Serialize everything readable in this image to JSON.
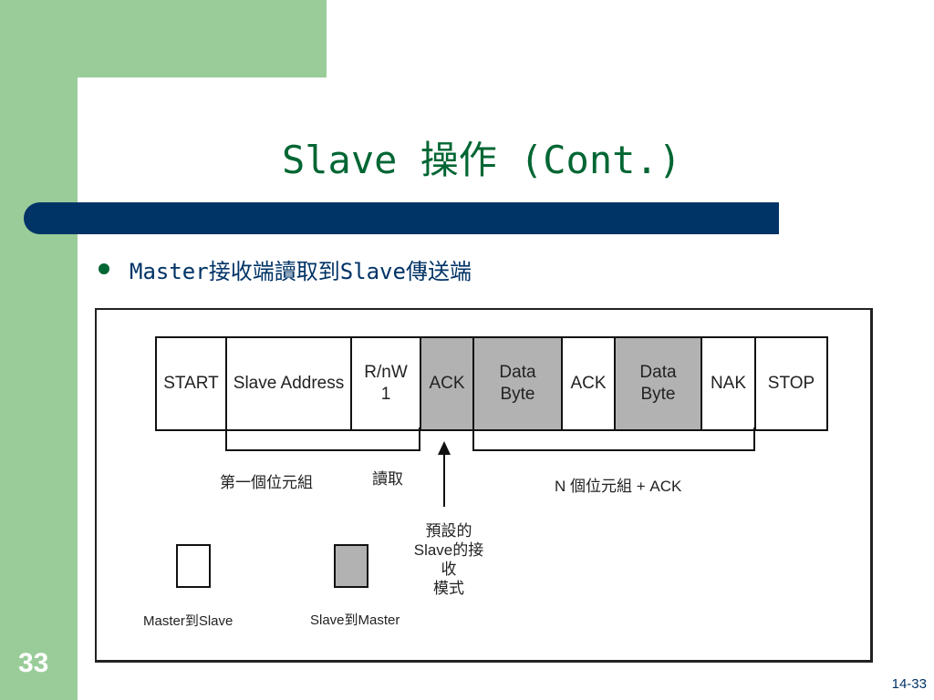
{
  "slide": {
    "title": "Slave 操作 (Cont.)",
    "bullet": "Master接收端讀取到Slave傳送端",
    "page_number": "33",
    "slide_ref": "14-33"
  },
  "colors": {
    "background": "#ffffff",
    "accent_green": "#99cc99",
    "title_green": "#006633",
    "bar_navy": "#003366",
    "slave_fill": "#b2b2b2"
  },
  "frame": {
    "fields": [
      {
        "id": "start",
        "label": "START",
        "by": "master"
      },
      {
        "id": "slave-address",
        "label": "Slave Address",
        "by": "master"
      },
      {
        "id": "rnw",
        "label": "R/nW\n1",
        "by": "master"
      },
      {
        "id": "ack1",
        "label": "ACK",
        "by": "slave"
      },
      {
        "id": "data-byte1",
        "label": "Data\nByte",
        "by": "slave"
      },
      {
        "id": "ack2",
        "label": "ACK",
        "by": "master"
      },
      {
        "id": "data-byte2",
        "label": "Data\nByte",
        "by": "slave"
      },
      {
        "id": "nak",
        "label": "NAK",
        "by": "master"
      },
      {
        "id": "stop",
        "label": "STOP",
        "by": "master"
      }
    ]
  },
  "annotations": {
    "first_byte": "第一個位元組",
    "read": "讀取",
    "n_bytes": "N 個位元組 + ACK",
    "default_mode_line1": "預設的",
    "default_mode_line2": "Slave的接收",
    "default_mode_line3": "模式"
  },
  "legend": {
    "master_to_slave": "Master到Slave",
    "slave_to_master": "Slave到Master"
  }
}
